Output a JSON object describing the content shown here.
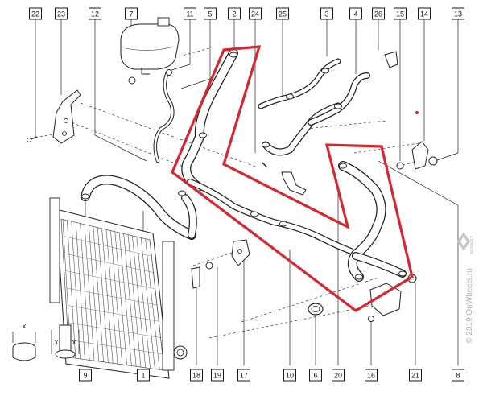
{
  "diagram": {
    "callouts": [
      {
        "id": "22",
        "label": "22"
      },
      {
        "id": "23",
        "label": "23"
      },
      {
        "id": "12",
        "label": "12"
      },
      {
        "id": "7",
        "label": "7"
      },
      {
        "id": "11",
        "label": "11"
      },
      {
        "id": "5",
        "label": "5"
      },
      {
        "id": "2",
        "label": "2"
      },
      {
        "id": "24",
        "label": "24"
      },
      {
        "id": "25",
        "label": "25"
      },
      {
        "id": "3",
        "label": "3"
      },
      {
        "id": "4",
        "label": "4"
      },
      {
        "id": "26",
        "label": "26"
      },
      {
        "id": "15",
        "label": "15"
      },
      {
        "id": "14",
        "label": "14"
      },
      {
        "id": "13",
        "label": "13"
      },
      {
        "id": "9",
        "label": "9"
      },
      {
        "id": "1",
        "label": "1"
      },
      {
        "id": "18",
        "label": "18"
      },
      {
        "id": "19",
        "label": "19"
      },
      {
        "id": "17",
        "label": "17"
      },
      {
        "id": "10",
        "label": "10"
      },
      {
        "id": "6",
        "label": "6"
      },
      {
        "id": "20",
        "label": "20"
      },
      {
        "id": "16",
        "label": "16"
      },
      {
        "id": "21",
        "label": "21"
      },
      {
        "id": "8",
        "label": "8"
      }
    ],
    "dimension_mark": "X",
    "highlight_color": "#d8262f"
  },
  "watermark": {
    "text": "© 2019 OnWheels.ru",
    "brand": "RENAULT"
  }
}
